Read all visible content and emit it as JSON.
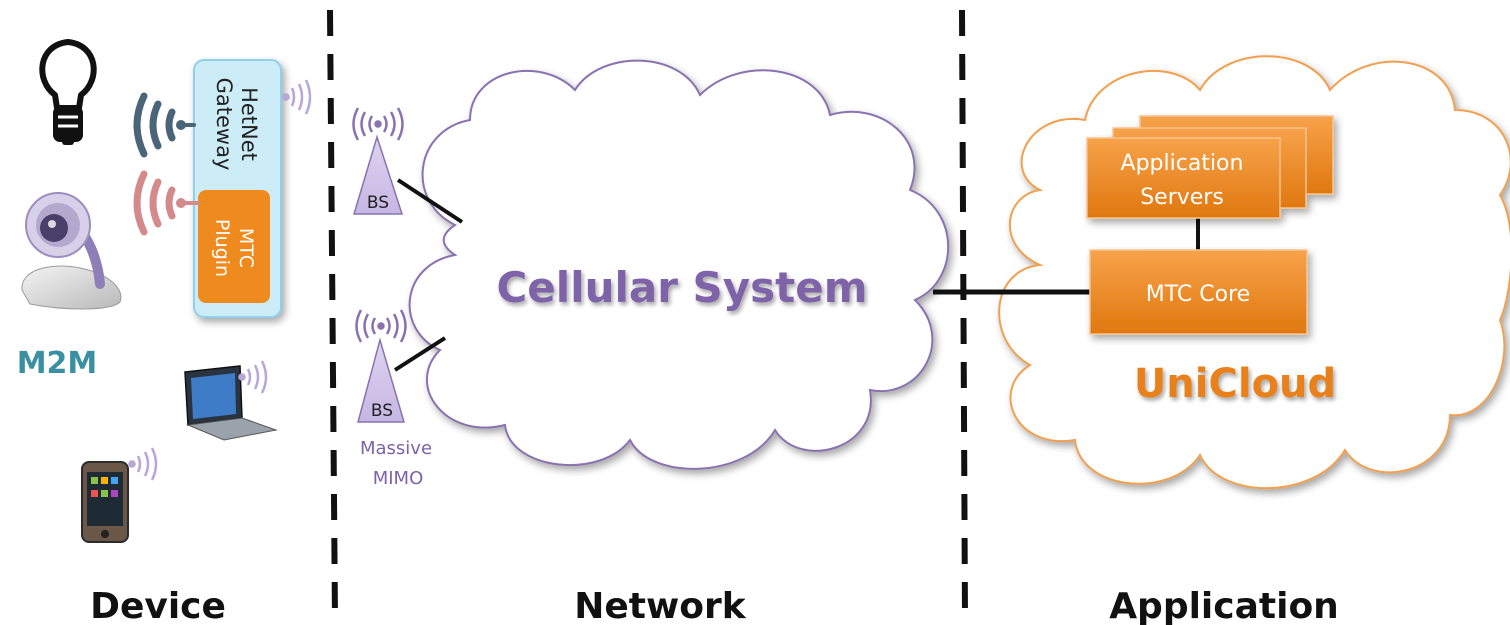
{
  "sections": {
    "device": "Device",
    "network": "Network",
    "application": "Application"
  },
  "device": {
    "gateway_label_line1": "HetNet",
    "gateway_label_line2": "Gateway",
    "plugin_label_line1": "MTC",
    "plugin_label_line2": "Plugin",
    "m2m_label": "M2M"
  },
  "network": {
    "cloud_label": "Cellular System",
    "bs_top_label": "BS",
    "bs_bottom_label": "BS",
    "massive_line1": "Massive",
    "massive_line2": "MIMO"
  },
  "application": {
    "servers_line1": "Application",
    "servers_line2": "Servers",
    "core_label": "MTC Core",
    "cloud_label": "UniCloud"
  },
  "icons": [
    "lightbulb-icon",
    "webcam-icon",
    "laptop-icon",
    "smartphone-icon",
    "wireless-signal-icon",
    "base-station-icon"
  ],
  "colors": {
    "purple": "#8a72b0",
    "purple_text": "#7e63a8",
    "orange": "#ef8a1e",
    "orange_text": "#e8801a",
    "teal": "#3b8fa2",
    "gateway_fill": "#ccecf7",
    "gateway_stroke": "#8fd0ea",
    "signal_dark": "#4a6478",
    "signal_pink": "#d48a8a"
  }
}
